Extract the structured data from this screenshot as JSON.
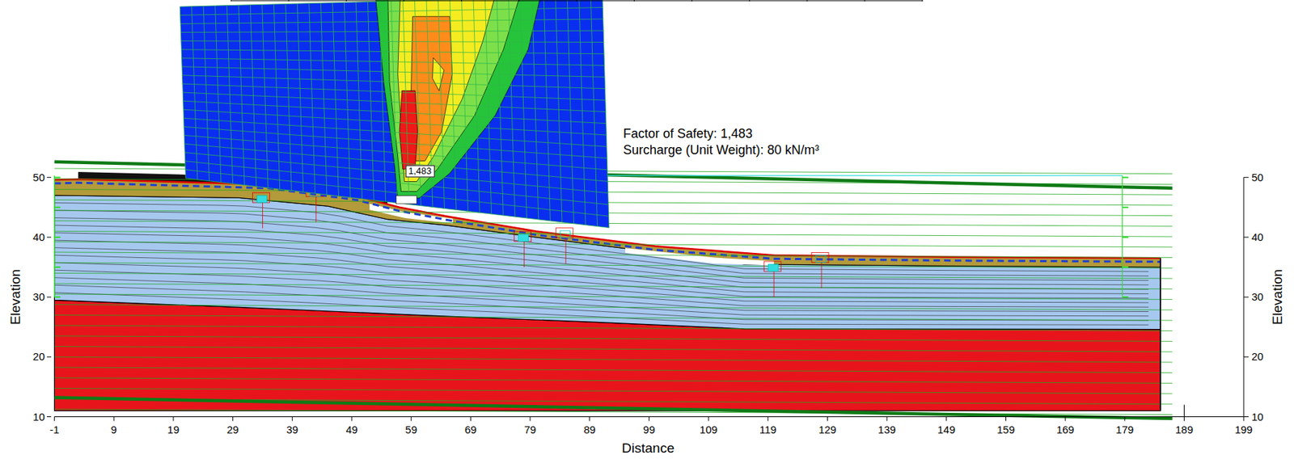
{
  "diagram": {
    "labels": [
      "Factor of Safety: 1,483",
      "Surcharge (Unit Weight): 80 kN/m³",
      "1,483",
      "-1",
      "9",
      "19",
      "29",
      "39",
      "49",
      "59",
      "69",
      "79",
      "89",
      "99",
      "109",
      "119",
      "129",
      "139",
      "149",
      "159",
      "169",
      "179",
      "189",
      "199",
      "10",
      "20",
      "30",
      "40",
      "50",
      "10",
      "20",
      "30",
      "40",
      "50",
      "Elevation",
      "Elevation",
      "Distance"
    ]
  }
}
